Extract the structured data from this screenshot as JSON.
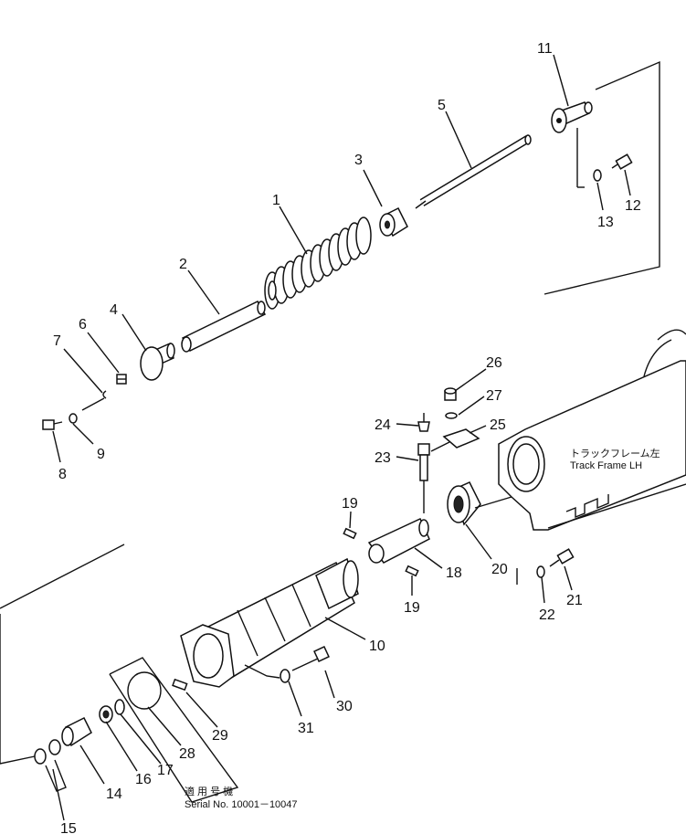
{
  "callouts": [
    {
      "id": "n1",
      "text": "1"
    },
    {
      "id": "n2",
      "text": "2"
    },
    {
      "id": "n3",
      "text": "3"
    },
    {
      "id": "n4",
      "text": "4"
    },
    {
      "id": "n5",
      "text": "5"
    },
    {
      "id": "n6",
      "text": "6"
    },
    {
      "id": "n7",
      "text": "7"
    },
    {
      "id": "n8",
      "text": "8"
    },
    {
      "id": "n9",
      "text": "9"
    },
    {
      "id": "n10",
      "text": "10"
    },
    {
      "id": "n11",
      "text": "11"
    },
    {
      "id": "n12",
      "text": "12"
    },
    {
      "id": "n13",
      "text": "13"
    },
    {
      "id": "n14",
      "text": "14"
    },
    {
      "id": "n15",
      "text": "15"
    },
    {
      "id": "n16",
      "text": "16"
    },
    {
      "id": "n17",
      "text": "17"
    },
    {
      "id": "n18",
      "text": "18"
    },
    {
      "id": "n19a",
      "text": "19"
    },
    {
      "id": "n19b",
      "text": "19"
    },
    {
      "id": "n20",
      "text": "20"
    },
    {
      "id": "n21",
      "text": "21"
    },
    {
      "id": "n22",
      "text": "22"
    },
    {
      "id": "n23",
      "text": "23"
    },
    {
      "id": "n24",
      "text": "24"
    },
    {
      "id": "n25",
      "text": "25"
    },
    {
      "id": "n26",
      "text": "26"
    },
    {
      "id": "n27",
      "text": "27"
    },
    {
      "id": "n28",
      "text": "28"
    },
    {
      "id": "n29",
      "text": "29"
    },
    {
      "id": "n30",
      "text": "30"
    },
    {
      "id": "n31",
      "text": "31"
    }
  ],
  "track_frame": {
    "jp": "トラックフレーム左",
    "en": "Track Frame LH"
  },
  "serial_note": {
    "jp": "適 用 号 機",
    "en": "Serial No. 10001－10047"
  }
}
